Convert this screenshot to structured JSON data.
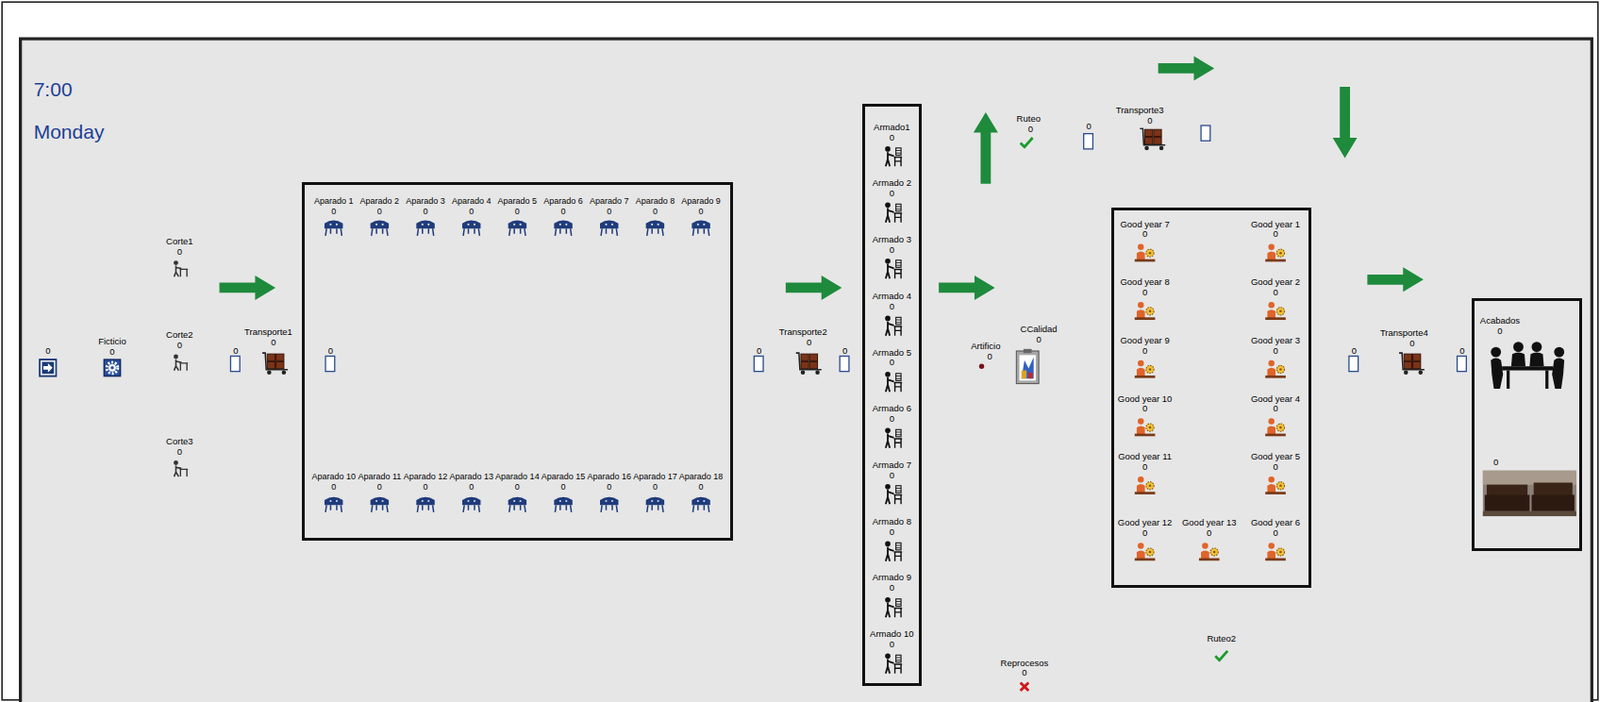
{
  "diagram": {
    "nodes": [
      {
        "text": [
          "Aparado 1",
          "0",
          "Aparado 2",
          "0",
          "Aparado 3",
          "0",
          "Aparado 4",
          "0",
          "Aparado 5",
          "0",
          "Aparado 6",
          "0",
          "Aparado 7",
          "0",
          "Aparado 8",
          "0",
          "Aparado 9",
          "0",
          "Aparado 10",
          "0",
          "Aparado 11",
          "0",
          "Aparado 12",
          "0",
          "Aparado 13",
          "0",
          "Aparado 14",
          "0",
          "Aparado 15",
          "0",
          "Aparado 16",
          "0",
          "Aparado 17",
          "0",
          "Aparado 18",
          "0"
        ]
      },
      {
        "text": [
          "Armado1",
          "0",
          "Armado 2",
          "0",
          "Armado 3",
          "0",
          "Armado 4",
          "0",
          "Armado 5",
          "0",
          "Armado 6",
          "0",
          "Armado 7",
          "0",
          "Armado 8",
          "0",
          "Armado 9",
          "0",
          "Armado 10",
          "0"
        ]
      },
      {
        "text": [
          "Good year 7",
          "0",
          "Good year 1",
          "0",
          "Good year 8",
          "0",
          "Good year 2",
          "0",
          "Good year 9",
          "0",
          "Good year 3",
          "0",
          "Good year 10",
          "0",
          "Good year 4",
          "0",
          "Good year 11",
          "0",
          "Good year 5",
          "0",
          "Good year 12",
          "0",
          "Good year 13",
          "0",
          "Good year 6",
          "0"
        ]
      },
      {
        "text": [
          "Acabados",
          "0",
          "0"
        ]
      }
    ],
    "labels": [
      "7:00",
      "Monday",
      "0",
      "Ficticio",
      "0",
      "Corte1",
      "0",
      "Corte2",
      "0",
      "Corte3",
      "0",
      "0",
      "Transporte1",
      "0",
      "0",
      "0",
      "Transporte2",
      "0",
      "0",
      "Artificio",
      "0",
      "CCalidad",
      "0",
      "Ruteo",
      "0",
      "0",
      "Transporte3",
      "0",
      "0",
      "Transporte4",
      "0",
      "0",
      "Reprocesos",
      "0",
      "Ruteo2"
    ]
  }
}
